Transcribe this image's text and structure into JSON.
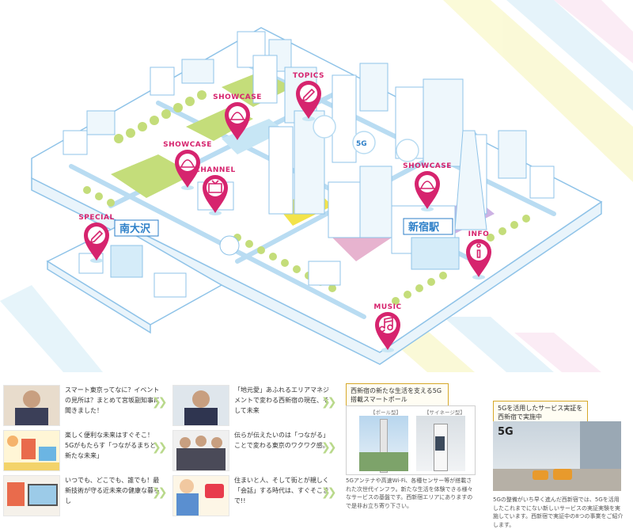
{
  "map": {
    "pins": [
      {
        "label": "TOPICS",
        "icon": "pencil-icon"
      },
      {
        "label": "SHOWCASE",
        "icon": "dome-icon"
      },
      {
        "label": "SHOWCASE",
        "icon": "dome-icon"
      },
      {
        "label": "CHANNEL",
        "icon": "tv-icon"
      },
      {
        "label": "SHOWCASE",
        "icon": "dome-icon"
      },
      {
        "label": "SPECIAL",
        "icon": "pencil-icon"
      },
      {
        "label": "INFO",
        "icon": "info-icon"
      },
      {
        "label": "MUSIC",
        "icon": "music-icon"
      }
    ],
    "station_minamiosawa": "南大沢",
    "station_shinjuku": "新宿駅",
    "antenna_label": "5G"
  },
  "articles": [
    {
      "text": "スマート東京ってなに？イベントの見所は？まとめて宮坂副知事に聞きました！"
    },
    {
      "text": "「地元愛」あふれるエリアマネジメントで変わる西新宿の現在、そして未来"
    },
    {
      "text": "楽しく便利な未来はすぐそこ！5Gがもたらす「つながるまちと新たな未来」"
    },
    {
      "text": "伝らが伝えたいのは「つながる」ことで変わる東京のワクワク感。"
    },
    {
      "text": "いつでも、どこでも、誰でも！最新技術が守る近未来の健康な暮らし"
    },
    {
      "text": "住まいと人、そして街とが親しく「会話」する時代は、すぐそこまで!!"
    }
  ],
  "pole": {
    "title": "西新宿の新たな生活を支える5G搭載スマートポール",
    "tag_left": "【ポール型】",
    "tag_right": "【サイネージ型】",
    "caption": "5Gアンテナや高速Wi-Fi、各種センサー等が搭載された次世代インフラ。新たな生活を体験できる様々なサービスの基盤です。西新宿エリアにありますので是非お立ち寄り下さい。"
  },
  "service": {
    "title": "5Gを活用したサービス実証を西新宿で実施中",
    "photo_text": "5G",
    "caption": "5Gの整備がいち早く進んだ西新宿では、5Gを活用したこれまでにない新しいサービスの実証実験を実施しています。西新宿で実証中の8つの事業をご紹介します。"
  },
  "colors": {
    "pin": "#d6246e",
    "line": "#8fc3e8",
    "green": "#c4dd7a",
    "yellow": "#f3e34a",
    "purple": "#b58ad6",
    "accent_blue": "#2d7fc8"
  }
}
